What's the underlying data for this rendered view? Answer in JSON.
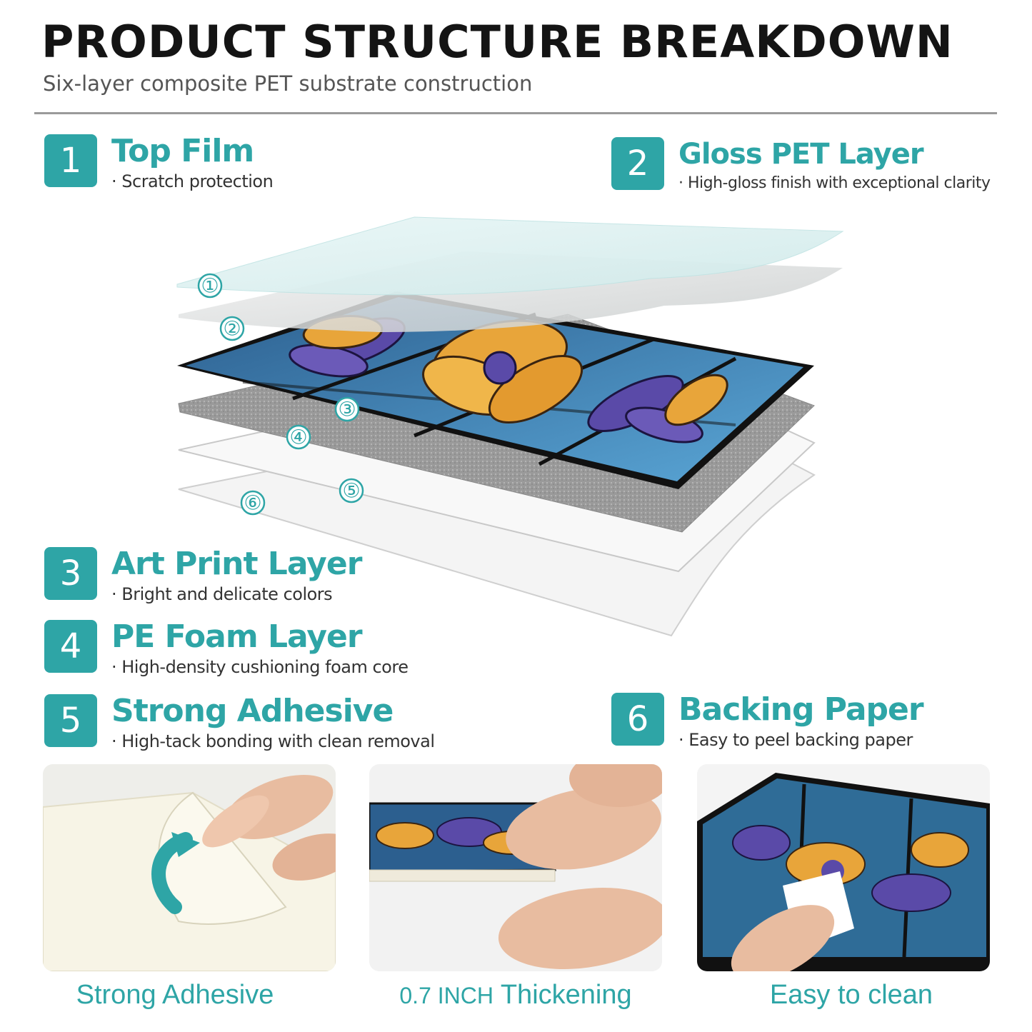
{
  "header": {
    "title": "PRODUCT STRUCTURE BREAKDOWN",
    "subtitle": "Six-layer composite PET substrate construction"
  },
  "layers": [
    {
      "number": "1",
      "name": "Top Film",
      "desc": "· Scratch protection"
    },
    {
      "number": "2",
      "name": "Gloss PET Layer",
      "desc": "· High-gloss finish with exceptional clarity"
    },
    {
      "number": "3",
      "name": "Art Print Layer",
      "desc": "· Bright and delicate colors"
    },
    {
      "number": "4",
      "name": "PE Foam Layer",
      "desc": "· High-density cushioning foam core"
    },
    {
      "number": "5",
      "name": "Strong Adhesive",
      "desc": "· High-tack bonding with clean removal"
    },
    {
      "number": "6",
      "name": "Backing Paper",
      "desc": "· Easy to peel backing paper"
    }
  ],
  "diagram": {
    "markers": [
      "①",
      "②",
      "③",
      "④",
      "⑤",
      "⑥"
    ]
  },
  "features": [
    {
      "caption": "Strong Adhesive"
    },
    {
      "caption_prefix": "0.7 INCH",
      "caption": "Thickening"
    },
    {
      "caption": "Easy to clean"
    }
  ],
  "colors": {
    "accent": "#2ea5a6",
    "tile_blue": "#3d82b8",
    "petal_gold": "#e8a53a",
    "petal_purple": "#5a4aa8"
  }
}
